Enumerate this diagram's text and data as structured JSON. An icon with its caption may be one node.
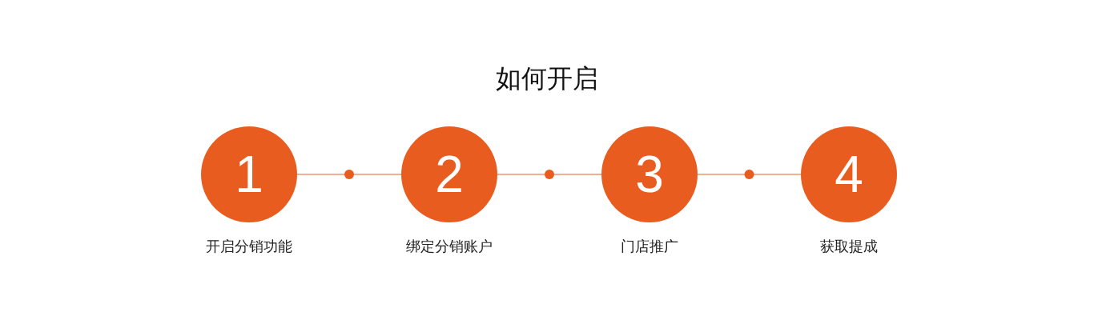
{
  "diagram": {
    "title": "如何开启",
    "nodes": [
      {
        "text": [
          "1"
        ],
        "beside": [
          "开启分销功能"
        ]
      },
      {
        "text": [
          "2"
        ],
        "beside": [
          "绑定分销账户"
        ]
      },
      {
        "text": [
          "3"
        ],
        "beside": [
          "门店推广"
        ]
      },
      {
        "text": [
          "4"
        ],
        "beside": [
          "获取提成"
        ]
      }
    ],
    "edges": [
      {
        "from": 0,
        "to": 1,
        "arrow": "none"
      },
      {
        "from": 1,
        "to": 2,
        "arrow": "none"
      },
      {
        "from": 2,
        "to": 3,
        "arrow": "none"
      }
    ]
  }
}
